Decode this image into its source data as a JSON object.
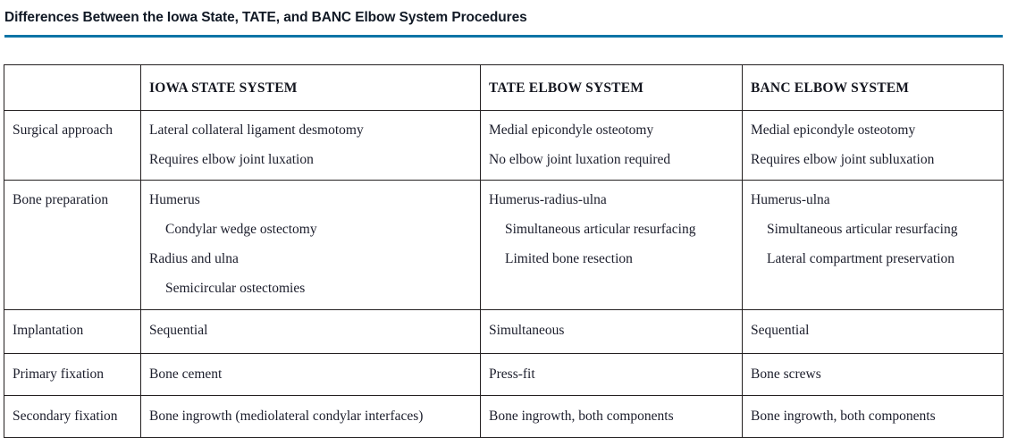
{
  "title": "Differences Between the Iowa State, TATE, and BANC Elbow System Procedures",
  "accent_color": "#0d74a6",
  "text_color": "#1b1d2b",
  "border_color": "#231f20",
  "table": {
    "headers": [
      "",
      "IOWA STATE SYSTEM",
      "TATE ELBOW SYSTEM",
      "BANC ELBOW SYSTEM"
    ],
    "rows": [
      {
        "label": "Surgical approach",
        "iowa": [
          {
            "text": "Lateral collateral ligament desmotomy",
            "indent": false
          },
          {
            "text": "Requires elbow joint luxation",
            "indent": false
          }
        ],
        "tate": [
          {
            "text": "Medial epicondyle osteotomy",
            "indent": false
          },
          {
            "text": "No elbow joint luxation required",
            "indent": false
          }
        ],
        "banc": [
          {
            "text": "Medial epicondyle osteotomy",
            "indent": false
          },
          {
            "text": "Requires elbow joint subluxation",
            "indent": false
          }
        ]
      },
      {
        "label": "Bone preparation",
        "iowa": [
          {
            "text": "Humerus",
            "indent": false
          },
          {
            "text": "Condylar wedge ostectomy",
            "indent": true
          },
          {
            "text": "Radius and ulna",
            "indent": false
          },
          {
            "text": "Semicircular ostectomies",
            "indent": true
          }
        ],
        "tate": [
          {
            "text": "Humerus-radius-ulna",
            "indent": false
          },
          {
            "text": "Simultaneous articular resurfacing",
            "indent": true
          },
          {
            "text": "Limited bone resection",
            "indent": true
          }
        ],
        "banc": [
          {
            "text": "Humerus-ulna",
            "indent": false
          },
          {
            "text": "Simultaneous articular resurfacing",
            "indent": true
          },
          {
            "text": "Lateral compartment preservation",
            "indent": true
          }
        ]
      },
      {
        "label": "Implantation",
        "iowa_single": "Sequential",
        "tate_single": "Simultaneous",
        "banc_single": "Sequential"
      },
      {
        "label": "Primary fixation",
        "iowa_single": "Bone cement",
        "tate_single": "Press-fit",
        "banc_single": "Bone screws"
      },
      {
        "label": "Secondary fixation",
        "iowa_single": "Bone ingrowth (mediolateral condylar interfaces)",
        "tate_single": "Bone ingrowth, both components",
        "banc_single": "Bone ingrowth, both components"
      }
    ]
  }
}
